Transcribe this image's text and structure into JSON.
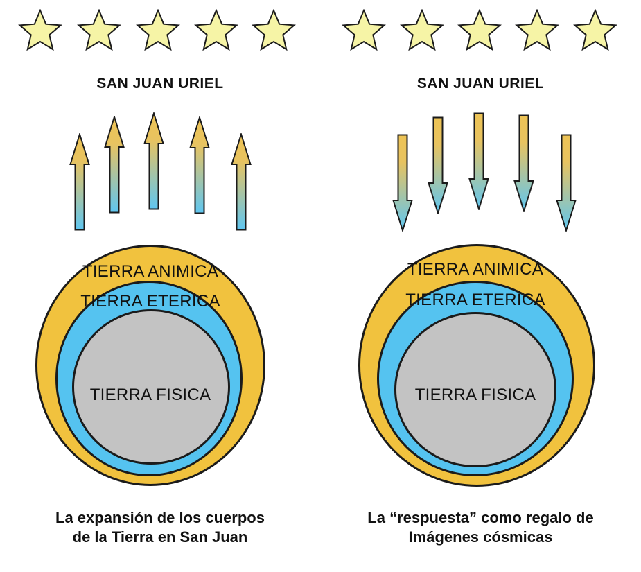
{
  "colors": {
    "background": "#FFFFFF",
    "outline": "#1B1B1B",
    "star_fill": "#F6F4A6",
    "arrow_gradient_top": "#EDC355",
    "arrow_gradient_bottom": "#5FC6F1",
    "ring_animica": "#F1C23E",
    "ring_eterica": "#55C3F0",
    "ring_fisica": "#C3C3C3",
    "text": "#111111"
  },
  "icons": {
    "star": "star-icon",
    "arrow_up": "arrow-up-icon",
    "arrow_down": "arrow-down-icon"
  },
  "panels": [
    {
      "title": "SAN JUAN URIEL",
      "star_count": 5,
      "arrow_direction": "up",
      "rings": [
        {
          "label": "TIERRA ANIMICA"
        },
        {
          "label": "TIERRA ETERICA"
        },
        {
          "label": "TIERRA FISICA"
        }
      ],
      "caption": [
        "La expansión de los cuerpos",
        "de la Tierra en San Juan"
      ]
    },
    {
      "title": "SAN JUAN URIEL",
      "star_count": 5,
      "arrow_direction": "down",
      "rings": [
        {
          "label": "TIERRA ANIMICA"
        },
        {
          "label": "TIERRA ETERICA"
        },
        {
          "label": "TIERRA FISICA"
        }
      ],
      "caption": [
        "La “respuesta” como regalo de",
        "Imágenes cósmicas"
      ]
    }
  ]
}
